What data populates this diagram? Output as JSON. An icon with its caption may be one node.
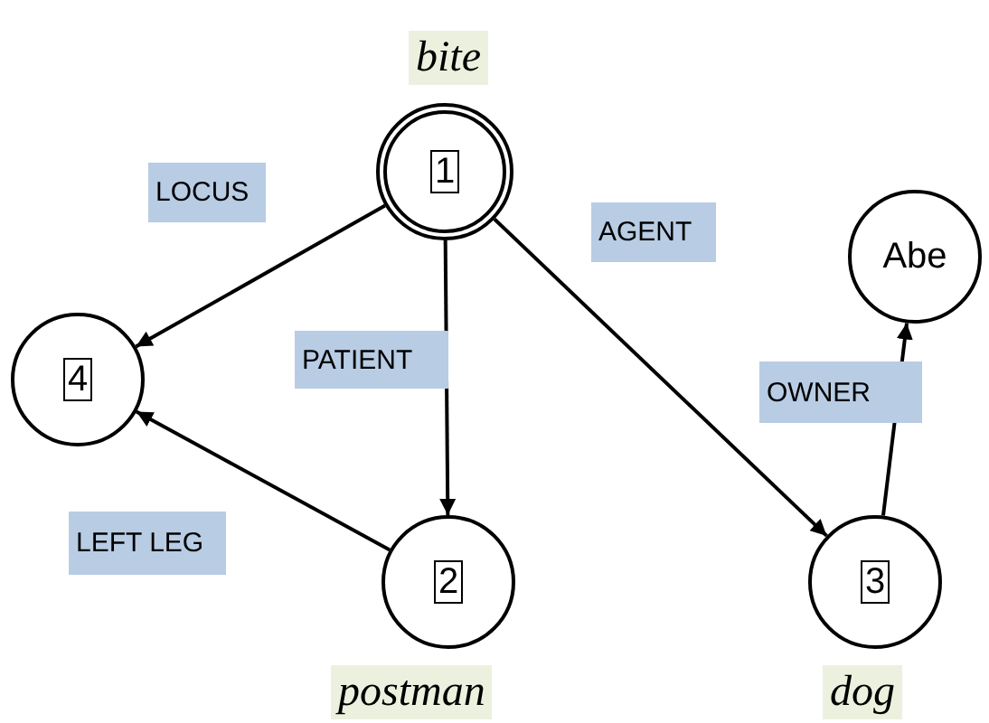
{
  "diagram": {
    "nodes": [
      {
        "text": [
          "1"
        ],
        "beside": [
          "bite"
        ]
      },
      {
        "text": [
          "4"
        ]
      },
      {
        "text": [
          "2"
        ],
        "beside": [
          "postman"
        ]
      },
      {
        "text": [
          "3"
        ],
        "beside": [
          "dog"
        ]
      },
      {
        "text": [
          "Abe"
        ]
      }
    ],
    "edges": [
      {
        "from": 0,
        "to": 1,
        "arrow": "to",
        "label": "LOCUS"
      },
      {
        "from": 0,
        "to": 2,
        "arrow": "to",
        "label": "PATIENT"
      },
      {
        "from": 0,
        "to": 3,
        "arrow": "to",
        "label": "AGENT"
      },
      {
        "from": 2,
        "to": 1,
        "arrow": "to",
        "label": "LEFT LEG"
      },
      {
        "from": 3,
        "to": 4,
        "arrow": "to",
        "label": "OWNER"
      }
    ]
  }
}
